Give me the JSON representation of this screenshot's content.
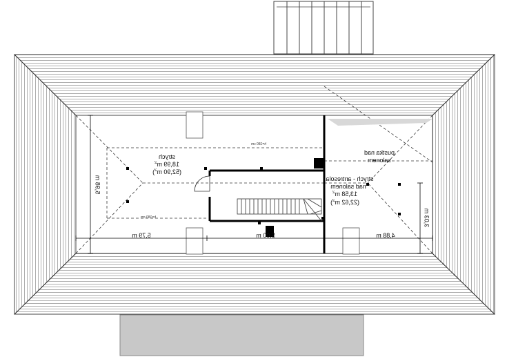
{
  "rooms": {
    "attic_left": {
      "name": "strych",
      "area": "18,99 m",
      "area_sup": "2",
      "area_total": "(52,90 m",
      "area_total_sup": "2",
      "area_total_close": ")"
    },
    "attic_mezzanine": {
      "name": "strych - antresola",
      "sub": "nad salonem",
      "area": "13,58 m",
      "area_sup": "2",
      "area_total": "(22,62 m",
      "area_total_sup": "2",
      "area_total_close": ")"
    },
    "void": {
      "name": "pustka nad",
      "sub": "salonem"
    }
  },
  "heights": {
    "top": "h=180 cm",
    "bottom": "h=180 cm"
  },
  "dimensions": {
    "left_width": "5,79 m",
    "middle_width": "5,00 m",
    "right_width": "4,88 m",
    "left_depth": "5,98 m",
    "right_depth": "3,03 m"
  },
  "colors": {
    "wall": "#000000",
    "roof_line": "#555555",
    "slab": "#c8c8c8",
    "fill_void": "#d8d8d8"
  }
}
